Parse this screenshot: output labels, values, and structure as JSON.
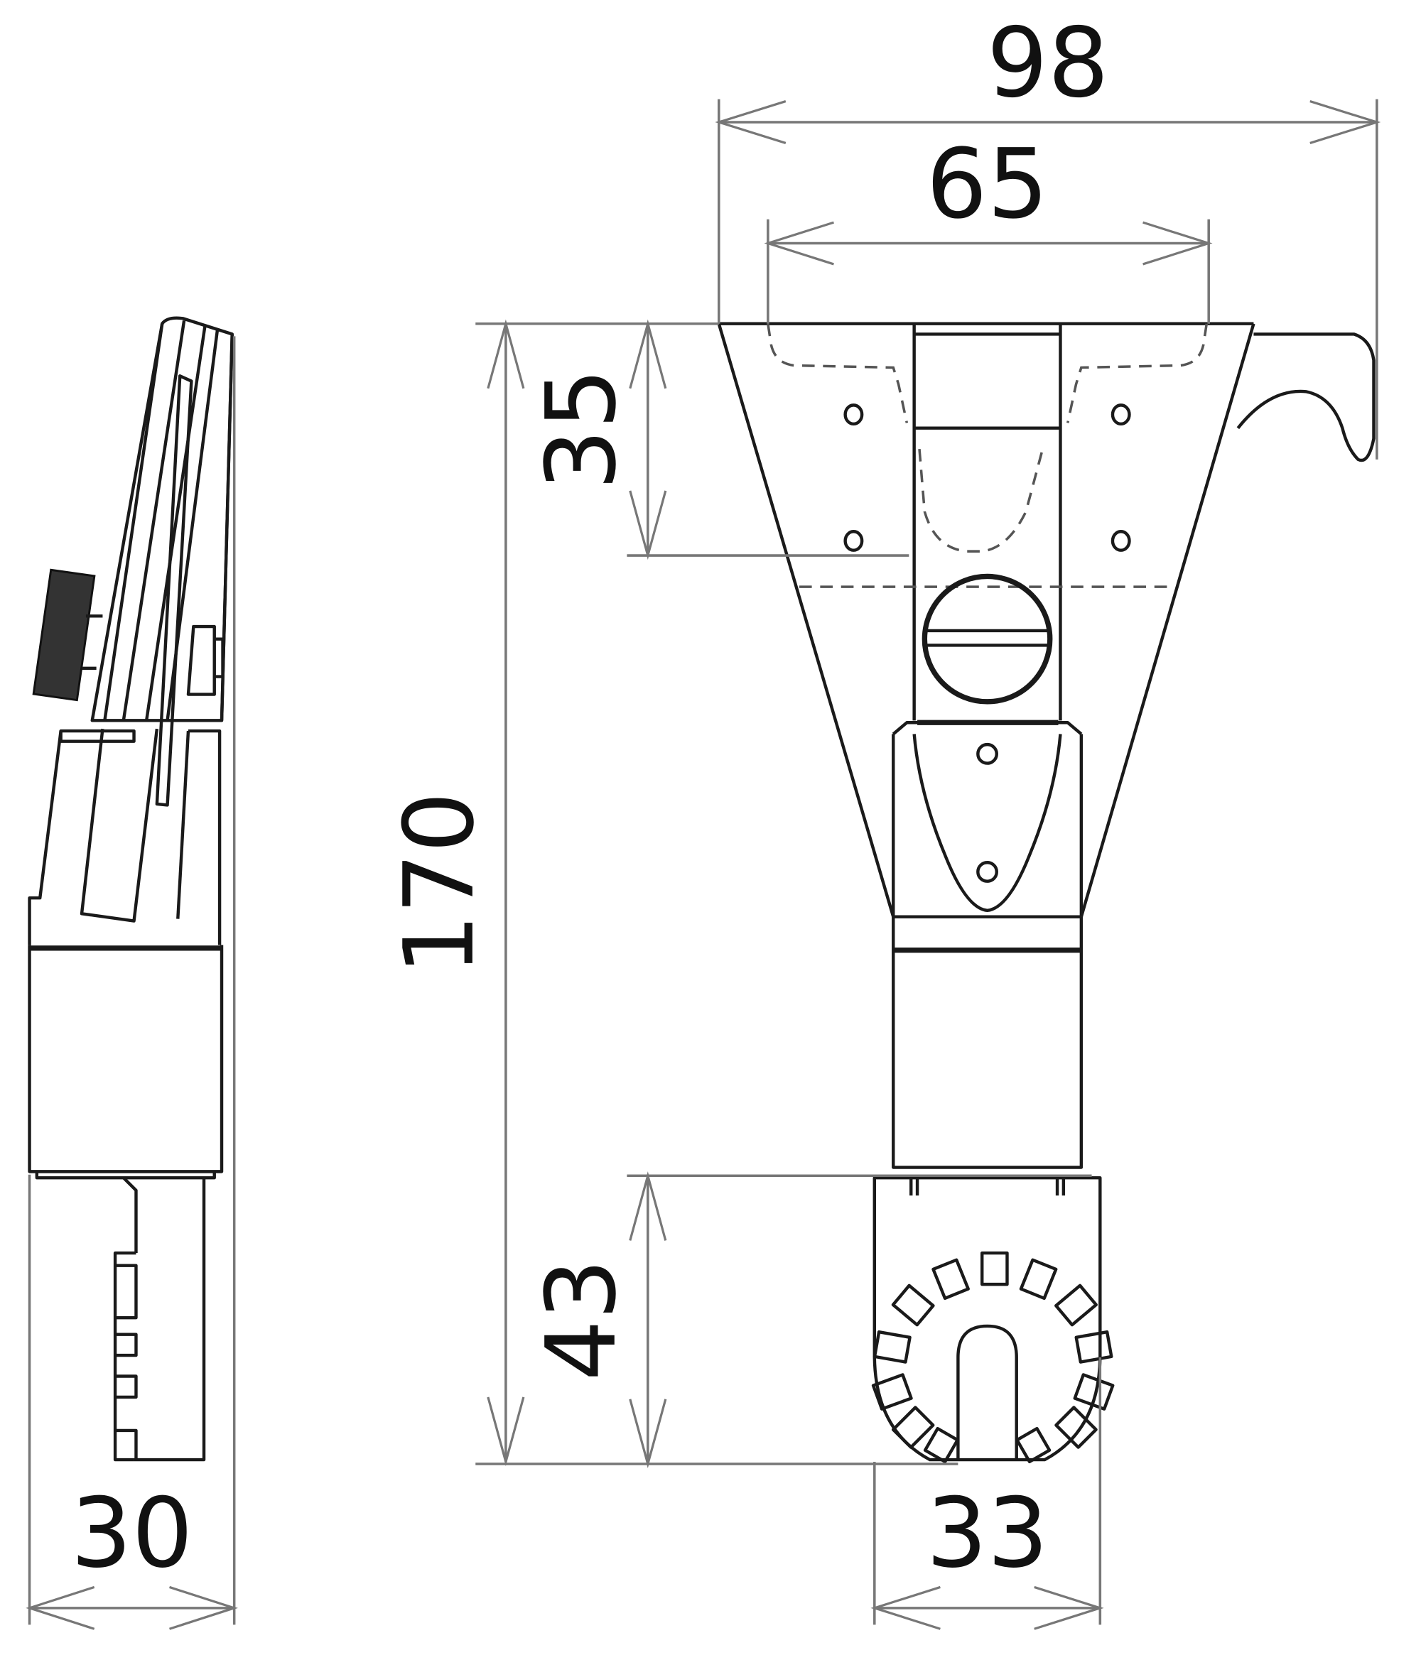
{
  "drawing": {
    "type": "technical-dimension-drawing",
    "views": [
      "side-view",
      "front-view"
    ],
    "units": "mm"
  },
  "dimensions": {
    "overall_width": {
      "label": "98",
      "value": 98,
      "orientation": "horizontal"
    },
    "inner_width": {
      "label": "65",
      "value": 65,
      "orientation": "horizontal"
    },
    "upper_height": {
      "label": "35",
      "value": 35,
      "orientation": "vertical"
    },
    "overall_height": {
      "label": "170",
      "value": 170,
      "orientation": "vertical"
    },
    "lower_height": {
      "label": "43",
      "value": 43,
      "orientation": "vertical"
    },
    "base_width": {
      "label": "33",
      "value": 33,
      "orientation": "horizontal"
    },
    "side_depth": {
      "label": "30",
      "value": 30,
      "orientation": "horizontal"
    }
  },
  "colors": {
    "line": "#1a1a1a",
    "dimension_line": "#777777",
    "background": "#ffffff"
  }
}
